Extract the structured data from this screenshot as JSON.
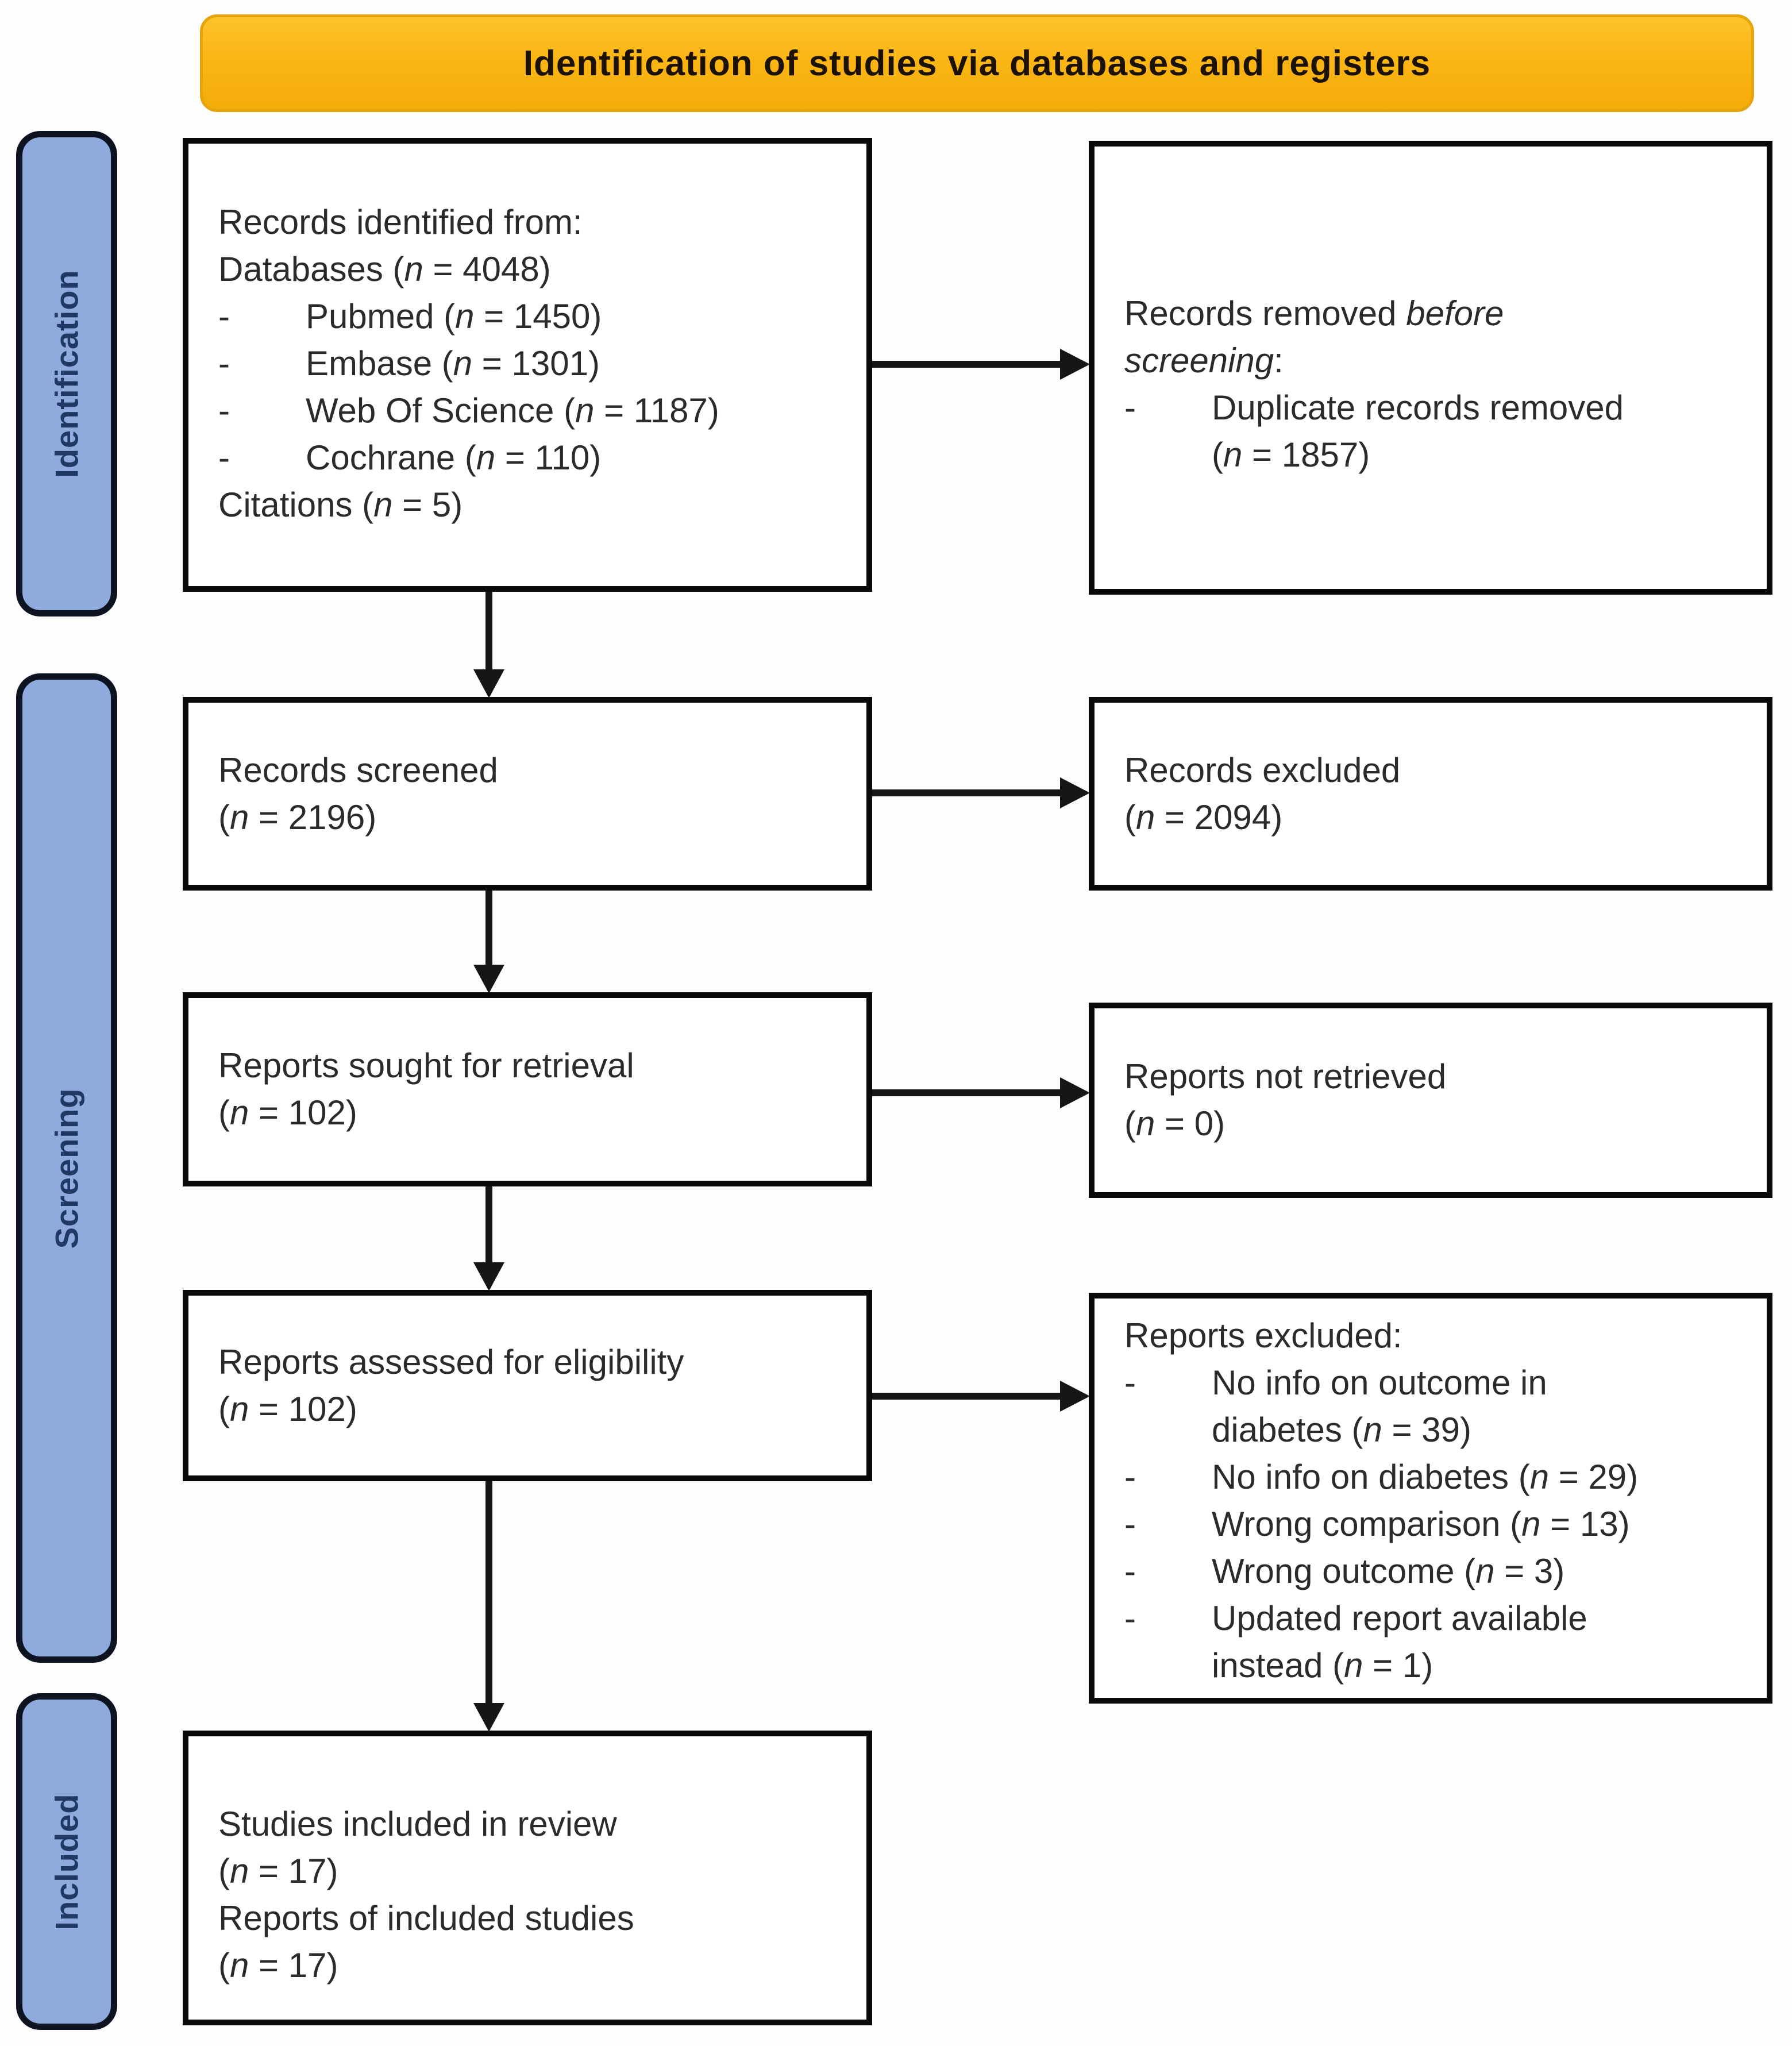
{
  "banner": {
    "title": "Identification of studies via databases and registers"
  },
  "sidebar": {
    "items": [
      {
        "id": "identification",
        "label": "Identification"
      },
      {
        "id": "screening",
        "label": "Screening"
      },
      {
        "id": "included",
        "label": "Included"
      }
    ]
  },
  "colors": {
    "banner_bg": "#FBB615",
    "banner_border": "#E5A50A",
    "banner_text": "#1C1202",
    "sidebar_bg": "#8FAADC",
    "sidebar_border": "#0E1321",
    "sidebar_text": "#1F3864",
    "box_bg": "#FFFFFF",
    "box_border": "#0A0A0A",
    "box_text": "#2B2B2B",
    "arrow": "#161616",
    "background": "#FDFDFD"
  },
  "boxes": {
    "records_identified": {
      "lines": [
        {
          "text": "Records identified from:"
        },
        {
          "text": "Databases (*n* = 4048)"
        },
        {
          "text": "Pubmed (*n* = 1450)",
          "bullet": true
        },
        {
          "text": "Embase (*n* = 1301)",
          "bullet": true
        },
        {
          "text": "Web Of Science (*n* = 1187)",
          "bullet": true
        },
        {
          "text": "Cochrane (*n* = 110)",
          "bullet": true
        },
        {
          "text": "Citations (*n* = 5)"
        }
      ]
    },
    "records_removed": {
      "lines": [
        {
          "text": "Records removed *before*"
        },
        {
          "text": "*screening*:"
        },
        {
          "text": "Duplicate records removed",
          "bullet": true
        },
        {
          "text": "(*n* = 1857)",
          "indent": true
        }
      ]
    },
    "records_screened": {
      "lines": [
        {
          "text": "Records screened"
        },
        {
          "text": "(*n* = 2196)"
        }
      ]
    },
    "records_excluded": {
      "lines": [
        {
          "text": "Records excluded"
        },
        {
          "text": "(*n* = 2094)"
        }
      ]
    },
    "reports_sought": {
      "lines": [
        {
          "text": "Reports sought for retrieval"
        },
        {
          "text": "(*n* = 102)"
        }
      ]
    },
    "reports_not_retrieved": {
      "lines": [
        {
          "text": "Reports not retrieved"
        },
        {
          "text": "(*n* = 0)"
        }
      ]
    },
    "reports_assessed": {
      "lines": [
        {
          "text": "Reports assessed for eligibility"
        },
        {
          "text": "(*n* = 102)"
        }
      ]
    },
    "reports_excluded": {
      "lines": [
        {
          "text": "Reports excluded:"
        },
        {
          "text": "No info on outcome in",
          "bullet": true
        },
        {
          "text": "diabetes (*n* = 39)",
          "indent": true
        },
        {
          "text": "No info on diabetes (*n* = 29)",
          "bullet": true
        },
        {
          "text": "Wrong comparison (*n* = 13)",
          "bullet": true
        },
        {
          "text": "Wrong outcome (*n* = 3)",
          "bullet": true
        },
        {
          "text": "Updated report available",
          "bullet": true
        },
        {
          "text": "instead (*n* = 1)",
          "indent": true
        }
      ]
    },
    "studies_included": {
      "lines": [
        {
          "text": "Studies included in review"
        },
        {
          "text": "(*n* = 17)"
        },
        {
          "text": "Reports of included studies"
        },
        {
          "text": "(*n* = 17)"
        }
      ]
    }
  }
}
